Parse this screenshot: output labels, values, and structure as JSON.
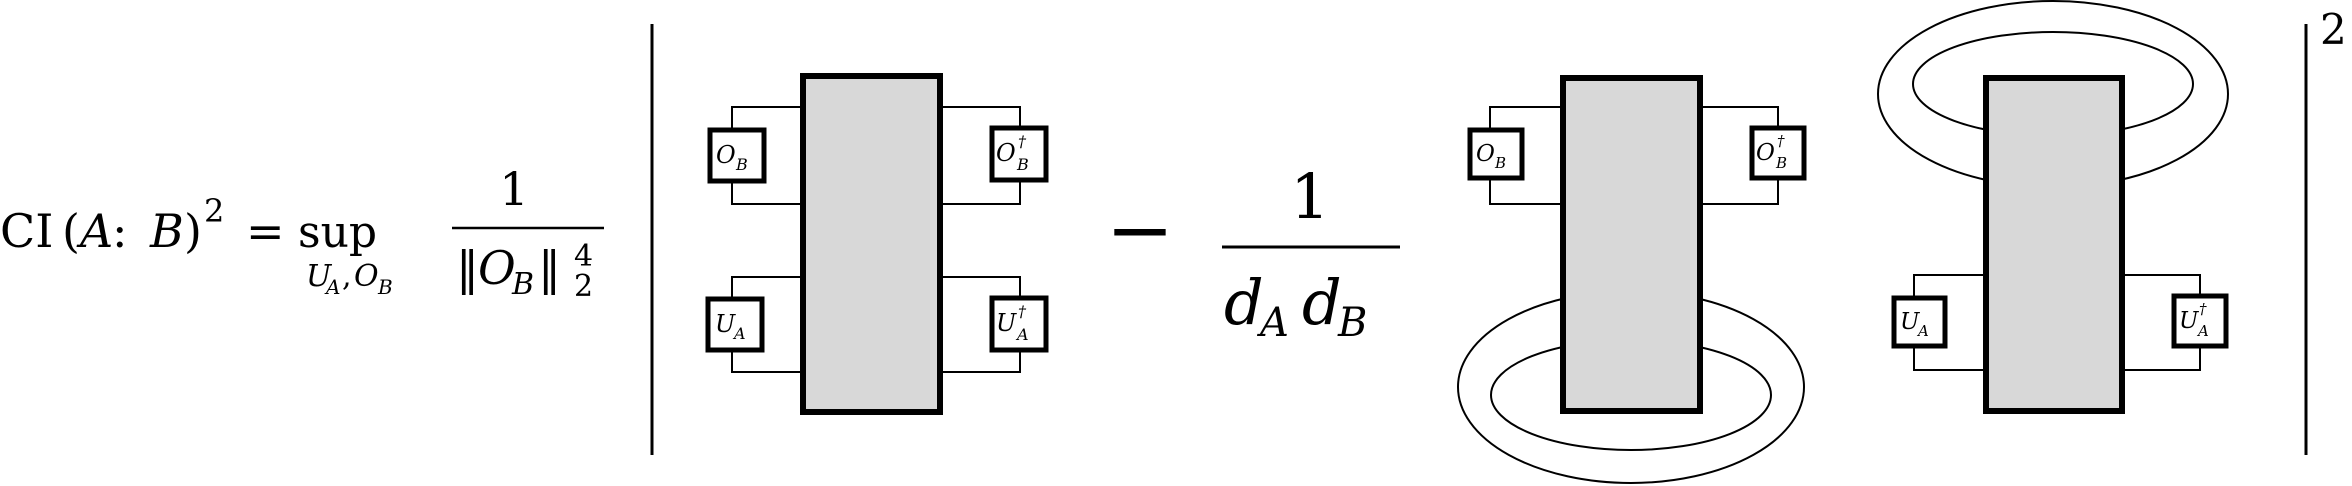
{
  "formula": {
    "lhs_ci": "CI",
    "lhs_paren_open": "(",
    "lhs_a": "A",
    "lhs_colon": " : ",
    "lhs_b": "B",
    "lhs_paren_close": ")",
    "lhs_exp": "2",
    "equals": "=",
    "sup": "sup",
    "sup_sub_u": "U",
    "sup_sub_u_idx": "A",
    "sup_sub_comma": ",",
    "sup_sub_o": "O",
    "sup_sub_o_idx": "B",
    "frac1_num": "1",
    "frac1_den_norm_open": "‖",
    "frac1_den_o": "O",
    "frac1_den_o_idx": "B",
    "frac1_den_norm_close": "‖",
    "frac1_den_sup": "4",
    "frac1_den_sub": "2",
    "minus": "−",
    "frac2_num": "1",
    "frac2_den_d1": "d",
    "frac2_den_d1_idx": "A",
    "frac2_den_d2": "d",
    "frac2_den_d2_idx": "B",
    "outer_exp": "2"
  },
  "diagram1": {
    "left_top": "O_B",
    "left_top_base": "O",
    "left_top_idx": "B",
    "right_top_base": "O",
    "right_top_dag": "†",
    "right_top_idx": "B",
    "left_bottom_base": "U",
    "left_bottom_idx": "A",
    "right_bottom_base": "U",
    "right_bottom_dag": "†",
    "right_bottom_idx": "A"
  },
  "diagram2": {
    "left_base": "O",
    "left_idx": "B",
    "right_base": "O",
    "right_dag": "†",
    "right_idx": "B"
  },
  "diagram3": {
    "left_base": "U",
    "left_idx": "A",
    "right_base": "U",
    "right_dag": "†",
    "right_idx": "A"
  }
}
